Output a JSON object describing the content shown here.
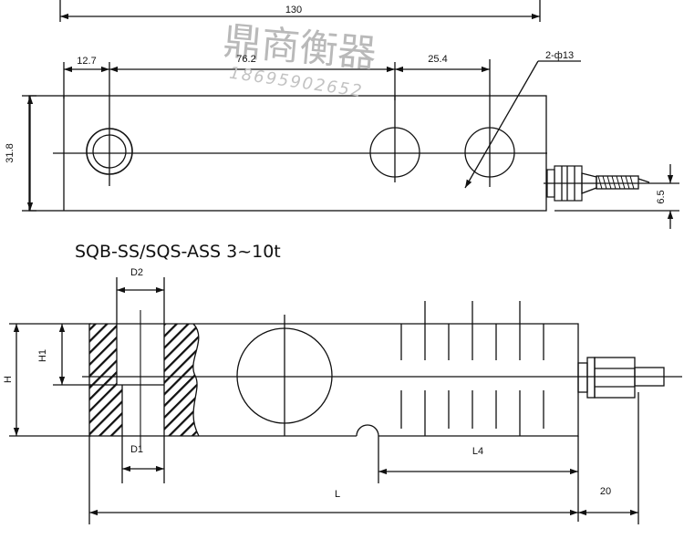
{
  "top_view": {
    "total_length": "130",
    "hole_offset": "12.7",
    "hole_spacing": "76.2",
    "hole_pitch": "25.4",
    "hole_spec": "2-ф13",
    "height": "31.8",
    "cable_height": "6.5"
  },
  "watermark": {
    "name": "鼎商衡器",
    "phone": "18695902652"
  },
  "model_title": "SQB-SS/SQS-ASS 3~10t",
  "side_view": {
    "d2": "D2",
    "d1": "D1",
    "h1": "H1",
    "h": "H",
    "l4": "L4",
    "l": "L",
    "cable_length": "20"
  }
}
